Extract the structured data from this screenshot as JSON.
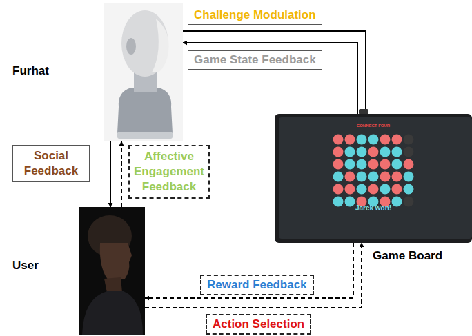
{
  "diagram": {
    "nodes": [
      {
        "text": [
          "Furhat"
        ]
      },
      {
        "text": [
          "User"
        ]
      },
      {
        "text": [
          "Game Board"
        ]
      }
    ],
    "edges": [
      {
        "from": 0,
        "to": 2,
        "arrow": "to",
        "label": "Challenge Modulation"
      },
      {
        "from": 2,
        "to": 0,
        "arrow": "to",
        "label": "Game State Feedback"
      },
      {
        "from": 0,
        "to": 1,
        "arrow": "to",
        "label": "Social Feedback"
      },
      {
        "from": 1,
        "to": 0,
        "arrow": "to",
        "label": "Affective Engagement Feedback"
      },
      {
        "from": 2,
        "to": 1,
        "arrow": "to",
        "label": "Reward Feedback"
      },
      {
        "from": 1,
        "to": 2,
        "arrow": "to",
        "label": "Action Selection"
      }
    ],
    "labels": [
      "CONNECT FOUR",
      "Jarek won!"
    ]
  }
}
